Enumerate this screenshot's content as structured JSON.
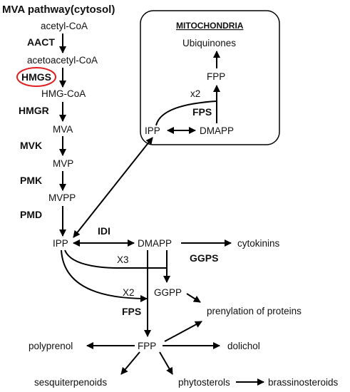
{
  "title": "MVA pathway(cytosol)",
  "mito": {
    "label": "MITOCHONDRIA",
    "ubiquinones": "Ubiquinones",
    "fpp": "FPP",
    "x2": "x2",
    "fps": "FPS",
    "ipp": "IPP",
    "dmapp": "DMAPP"
  },
  "mva": {
    "acetyl_coa": "acetyl-CoA",
    "aact": "AACT",
    "acetoacetyl_coa": "acetoacetyl-CoA",
    "hmgs": "HMGS",
    "hmg_coa": "HMG-CoA",
    "hmgr": "HMGR",
    "mva": "MVA",
    "mvk": "MVK",
    "mvp": "MVP",
    "pmk": "PMK",
    "mvpp": "MVPP",
    "pmd": "PMD",
    "ipp": "IPP"
  },
  "cyto": {
    "idi": "IDI",
    "dmapp": "DMAPP",
    "cytokinins": "cytokinins",
    "x3": "X3",
    "ggps": "GGPS",
    "ggpp": "GGPP",
    "x2": "X2",
    "fps": "FPS",
    "prenylation": "prenylation of proteins",
    "polyprenol": "polyprenol",
    "fpp": "FPP",
    "dolichol": "dolichol",
    "sesquiterpenoids": "sesquiterpenoids",
    "phytosterols": "phytosterols",
    "brassinosteroids": "brassinosteroids"
  },
  "colors": {
    "highlight": "#e02020",
    "ink": "#000000"
  }
}
